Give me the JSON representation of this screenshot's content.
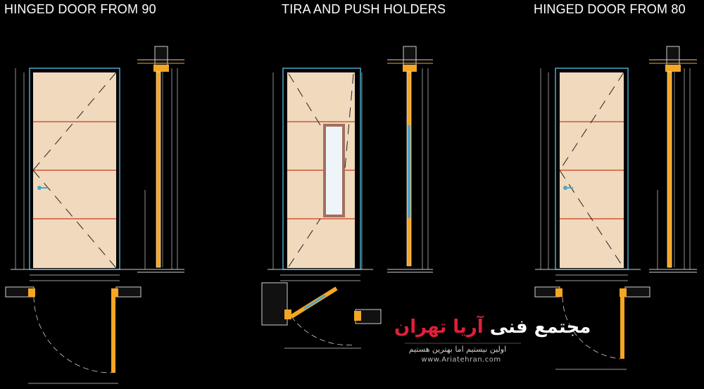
{
  "titles": {
    "left": "HINGED DOOR FROM 90",
    "center": "TIRA AND PUSH HOLDERS",
    "right": "HINGED DOOR FROM 80"
  },
  "watermark": {
    "brand_part1": "مجتمع فنی",
    "brand_part2": "آریا تهران",
    "tagline": "اولین نیستیم اما بهترین هستیم",
    "url": "www.Ariatehran.com"
  },
  "colors": {
    "background": "#000000",
    "door_fill": "#f0d9bc",
    "frame": "#f5a623",
    "outline": "#4aa8d0",
    "red_line": "#d2553a",
    "dim_line": "#cfcfcf",
    "watermark_white": "#ffffff",
    "watermark_red": "#e0203a"
  }
}
